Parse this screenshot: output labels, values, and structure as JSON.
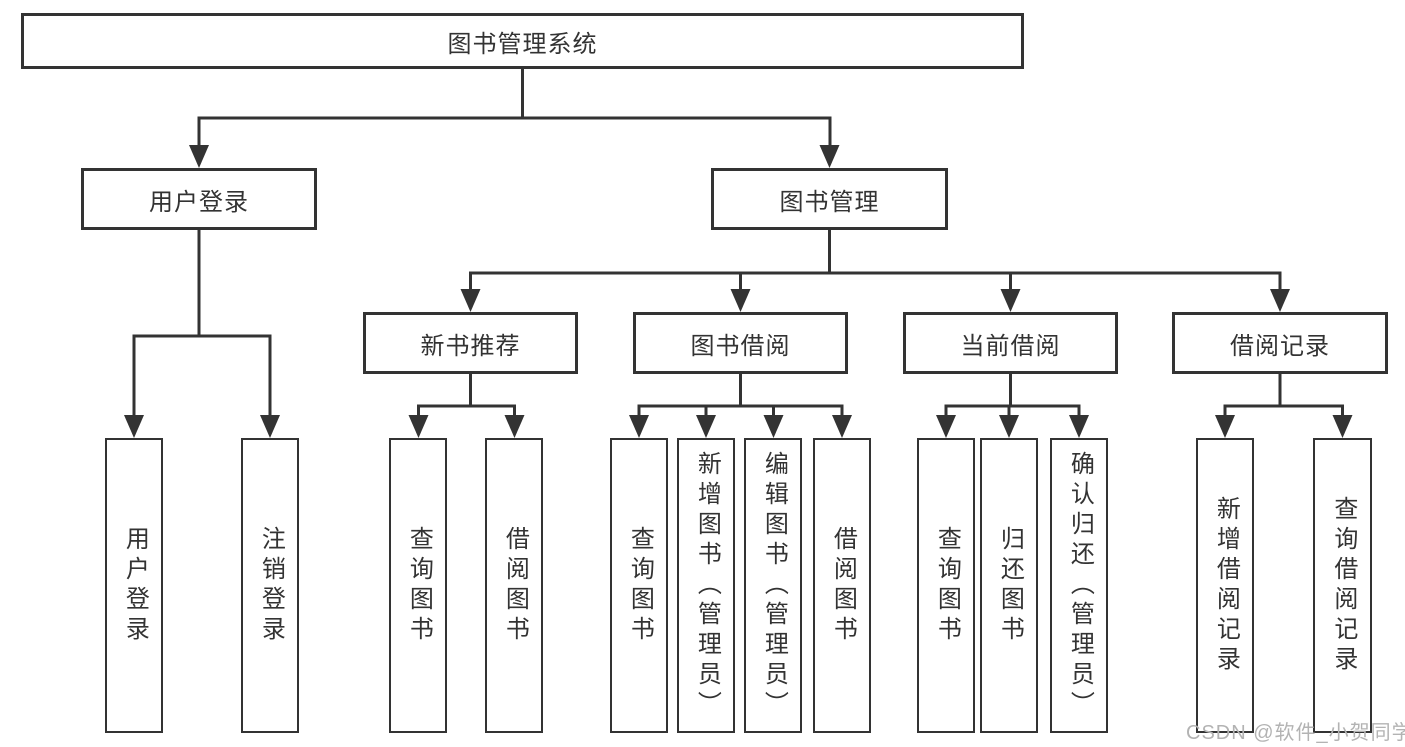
{
  "diagram": {
    "root": "图书管理系统",
    "level2": [
      "用户登录",
      "图书管理"
    ],
    "level3": [
      "新书推荐",
      "图书借阅",
      "当前借阅",
      "借阅记录"
    ],
    "leaves": {
      "user_login": [
        "用户登录",
        "注销登录"
      ],
      "new_book_recommend": [
        "查询图书",
        "借阅图书"
      ],
      "book_borrow": [
        "查询图书",
        "新增图书（管理员）",
        "编辑图书（管理员）",
        "借阅图书"
      ],
      "current_borrow": [
        "查询图书",
        "归还图书",
        "确认归还（管理员）"
      ],
      "borrow_record": [
        "新增借阅记录",
        "查询借阅记录"
      ]
    },
    "colors": {
      "line": "#333333",
      "text": "#333333",
      "background": "#ffffff",
      "watermark": "#b3b3b3"
    },
    "watermark": "CSDN @软件_小贺同学"
  }
}
